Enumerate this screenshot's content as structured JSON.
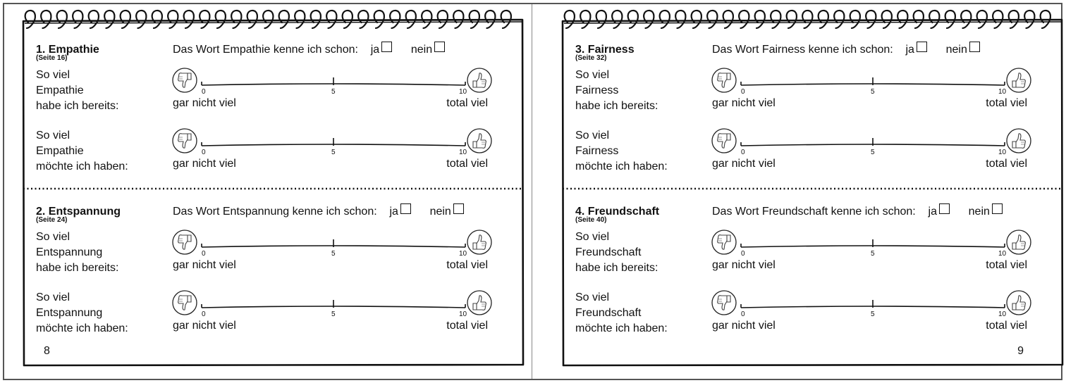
{
  "pages": [
    {
      "page_number": "8",
      "sections": [
        {
          "title": "1. Empathie",
          "subtitle": "(Seite 16)",
          "question": "Das Wort Empathie kenne ich schon:",
          "yes_label": "ja",
          "no_label": "nein",
          "rows": [
            {
              "label": [
                "So viel",
                "Empathie",
                "habe ich bereits:"
              ],
              "min_label": "gar nicht viel",
              "max_label": "total viel",
              "ticks": [
                "0",
                "5",
                "10"
              ]
            },
            {
              "label": [
                "So viel",
                "Empathie",
                "möchte ich haben:"
              ],
              "min_label": "gar nicht viel",
              "max_label": "total viel",
              "ticks": [
                "0",
                "5",
                "10"
              ]
            }
          ]
        },
        {
          "title": "2. Entspannung",
          "subtitle": "(Seite 24)",
          "question": "Das Wort Entspannung kenne ich schon:",
          "yes_label": "ja",
          "no_label": "nein",
          "rows": [
            {
              "label": [
                "So viel",
                "Entspannung",
                "habe ich bereits:"
              ],
              "min_label": "gar nicht viel",
              "max_label": "total viel",
              "ticks": [
                "0",
                "5",
                "10"
              ]
            },
            {
              "label": [
                "So viel",
                "Entspannung",
                "möchte ich haben:"
              ],
              "min_label": "gar nicht viel",
              "max_label": "total viel",
              "ticks": [
                "0",
                "5",
                "10"
              ]
            }
          ]
        }
      ]
    },
    {
      "page_number": "9",
      "sections": [
        {
          "title": "3. Fairness",
          "subtitle": "(Seite 32)",
          "question": "Das Wort Fairness kenne ich schon:",
          "yes_label": "ja",
          "no_label": "nein",
          "rows": [
            {
              "label": [
                "So viel",
                "Fairness",
                "habe ich bereits:"
              ],
              "min_label": "gar nicht viel",
              "max_label": "total viel",
              "ticks": [
                "0",
                "5",
                "10"
              ]
            },
            {
              "label": [
                "So viel",
                "Fairness",
                "möchte ich haben:"
              ],
              "min_label": "gar nicht viel",
              "max_label": "total viel",
              "ticks": [
                "0",
                "5",
                "10"
              ]
            }
          ]
        },
        {
          "title": "4. Freundschaft",
          "subtitle": "(Seite 40)",
          "question": "Das Wort Freundschaft kenne ich schon:",
          "yes_label": "ja",
          "no_label": "nein",
          "rows": [
            {
              "label": [
                "So viel",
                "Freundschaft",
                "habe ich bereits:"
              ],
              "min_label": "gar nicht viel",
              "max_label": "total viel",
              "ticks": [
                "0",
                "5",
                "10"
              ]
            },
            {
              "label": [
                "So viel",
                "Freundschaft",
                "möchte ich haben:"
              ],
              "min_label": "gar nicht viel",
              "max_label": "total viel",
              "ticks": [
                "0",
                "5",
                "10"
              ]
            }
          ]
        }
      ]
    }
  ],
  "icons": {
    "min": "thumbs-down-icon",
    "max": "thumbs-up-icon"
  }
}
